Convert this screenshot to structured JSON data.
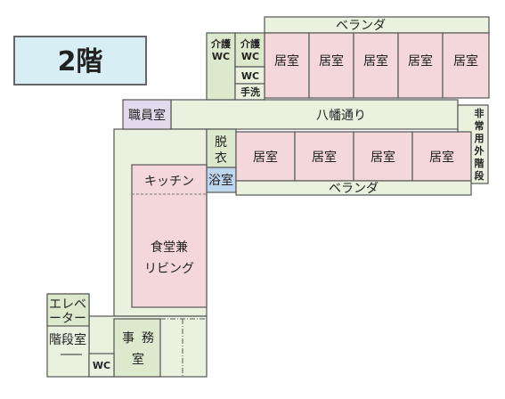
{
  "floor_label": "2階",
  "colors": {
    "resident_room": "#F4D7DB",
    "corridor": "#EAF2DF",
    "green_room": "#DDE9CD",
    "staff_room": "#E3D9EC",
    "bath": "#BFD7EE",
    "floor_badge": "#D6EEF4",
    "line": "#555555"
  },
  "rooms": {
    "veranda_top": "ベランダ",
    "veranda_bottom": "ベランダ",
    "resident_room": "居室",
    "corridor": "八幡通り",
    "staff_room": "職員室",
    "care_wc_line1": "介護",
    "care_wc_line2": "WC",
    "wc": "WC",
    "handwash": "手洗",
    "emergency_stairs": [
      "非",
      "常",
      "用",
      "外",
      "階",
      "段"
    ],
    "changing_room": [
      "脱",
      "衣"
    ],
    "bathroom": "浴室",
    "kitchen": "キッチン",
    "dining_line1": "食堂兼",
    "dining_line2": "リビング",
    "elevator_line1": "エレベ",
    "elevator_line2": "ーター",
    "stairwell": "階段室",
    "office": [
      "事",
      "務",
      "室"
    ]
  }
}
